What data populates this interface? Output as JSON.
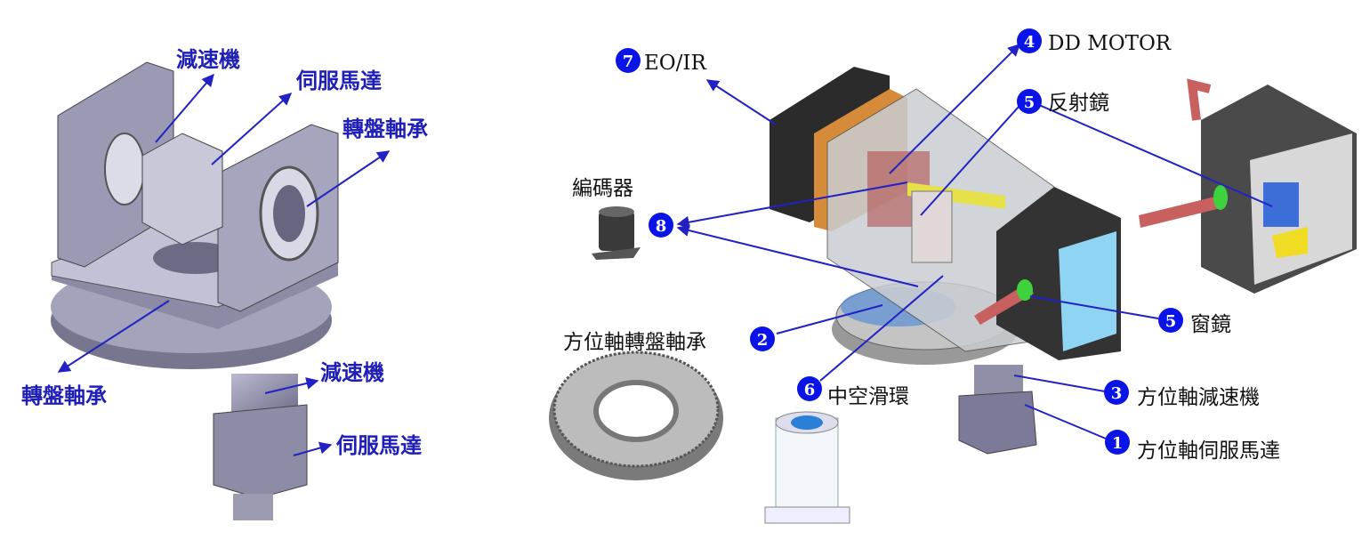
{
  "left_diagram": {
    "labels": {
      "reducer_top": "減速機",
      "servo_top": "伺服馬達",
      "bearing_right": "轉盤軸承",
      "bearing_left": "轉盤軸承",
      "reducer_bottom": "減速機",
      "servo_bottom": "伺服馬達"
    }
  },
  "right_diagram": {
    "callouts": [
      {
        "number": "1",
        "label": "方位軸伺服馬達"
      },
      {
        "number": "2",
        "label": "方位軸轉盤軸承"
      },
      {
        "number": "3",
        "label": "方位軸減速機"
      },
      {
        "number": "4",
        "label": "DD MOTOR"
      },
      {
        "number": "5",
        "label": "反射鏡"
      },
      {
        "number": "5",
        "label": "窗鏡"
      },
      {
        "number": "6",
        "label": "中空滑環"
      },
      {
        "number": "7",
        "label": "EO/IR"
      },
      {
        "number": "8",
        "label": "編碼器"
      }
    ]
  },
  "colors": {
    "label_blue": "#1f1fb8",
    "badge_blue": "#0a14e6",
    "arrow_blue": "#2222c4"
  }
}
